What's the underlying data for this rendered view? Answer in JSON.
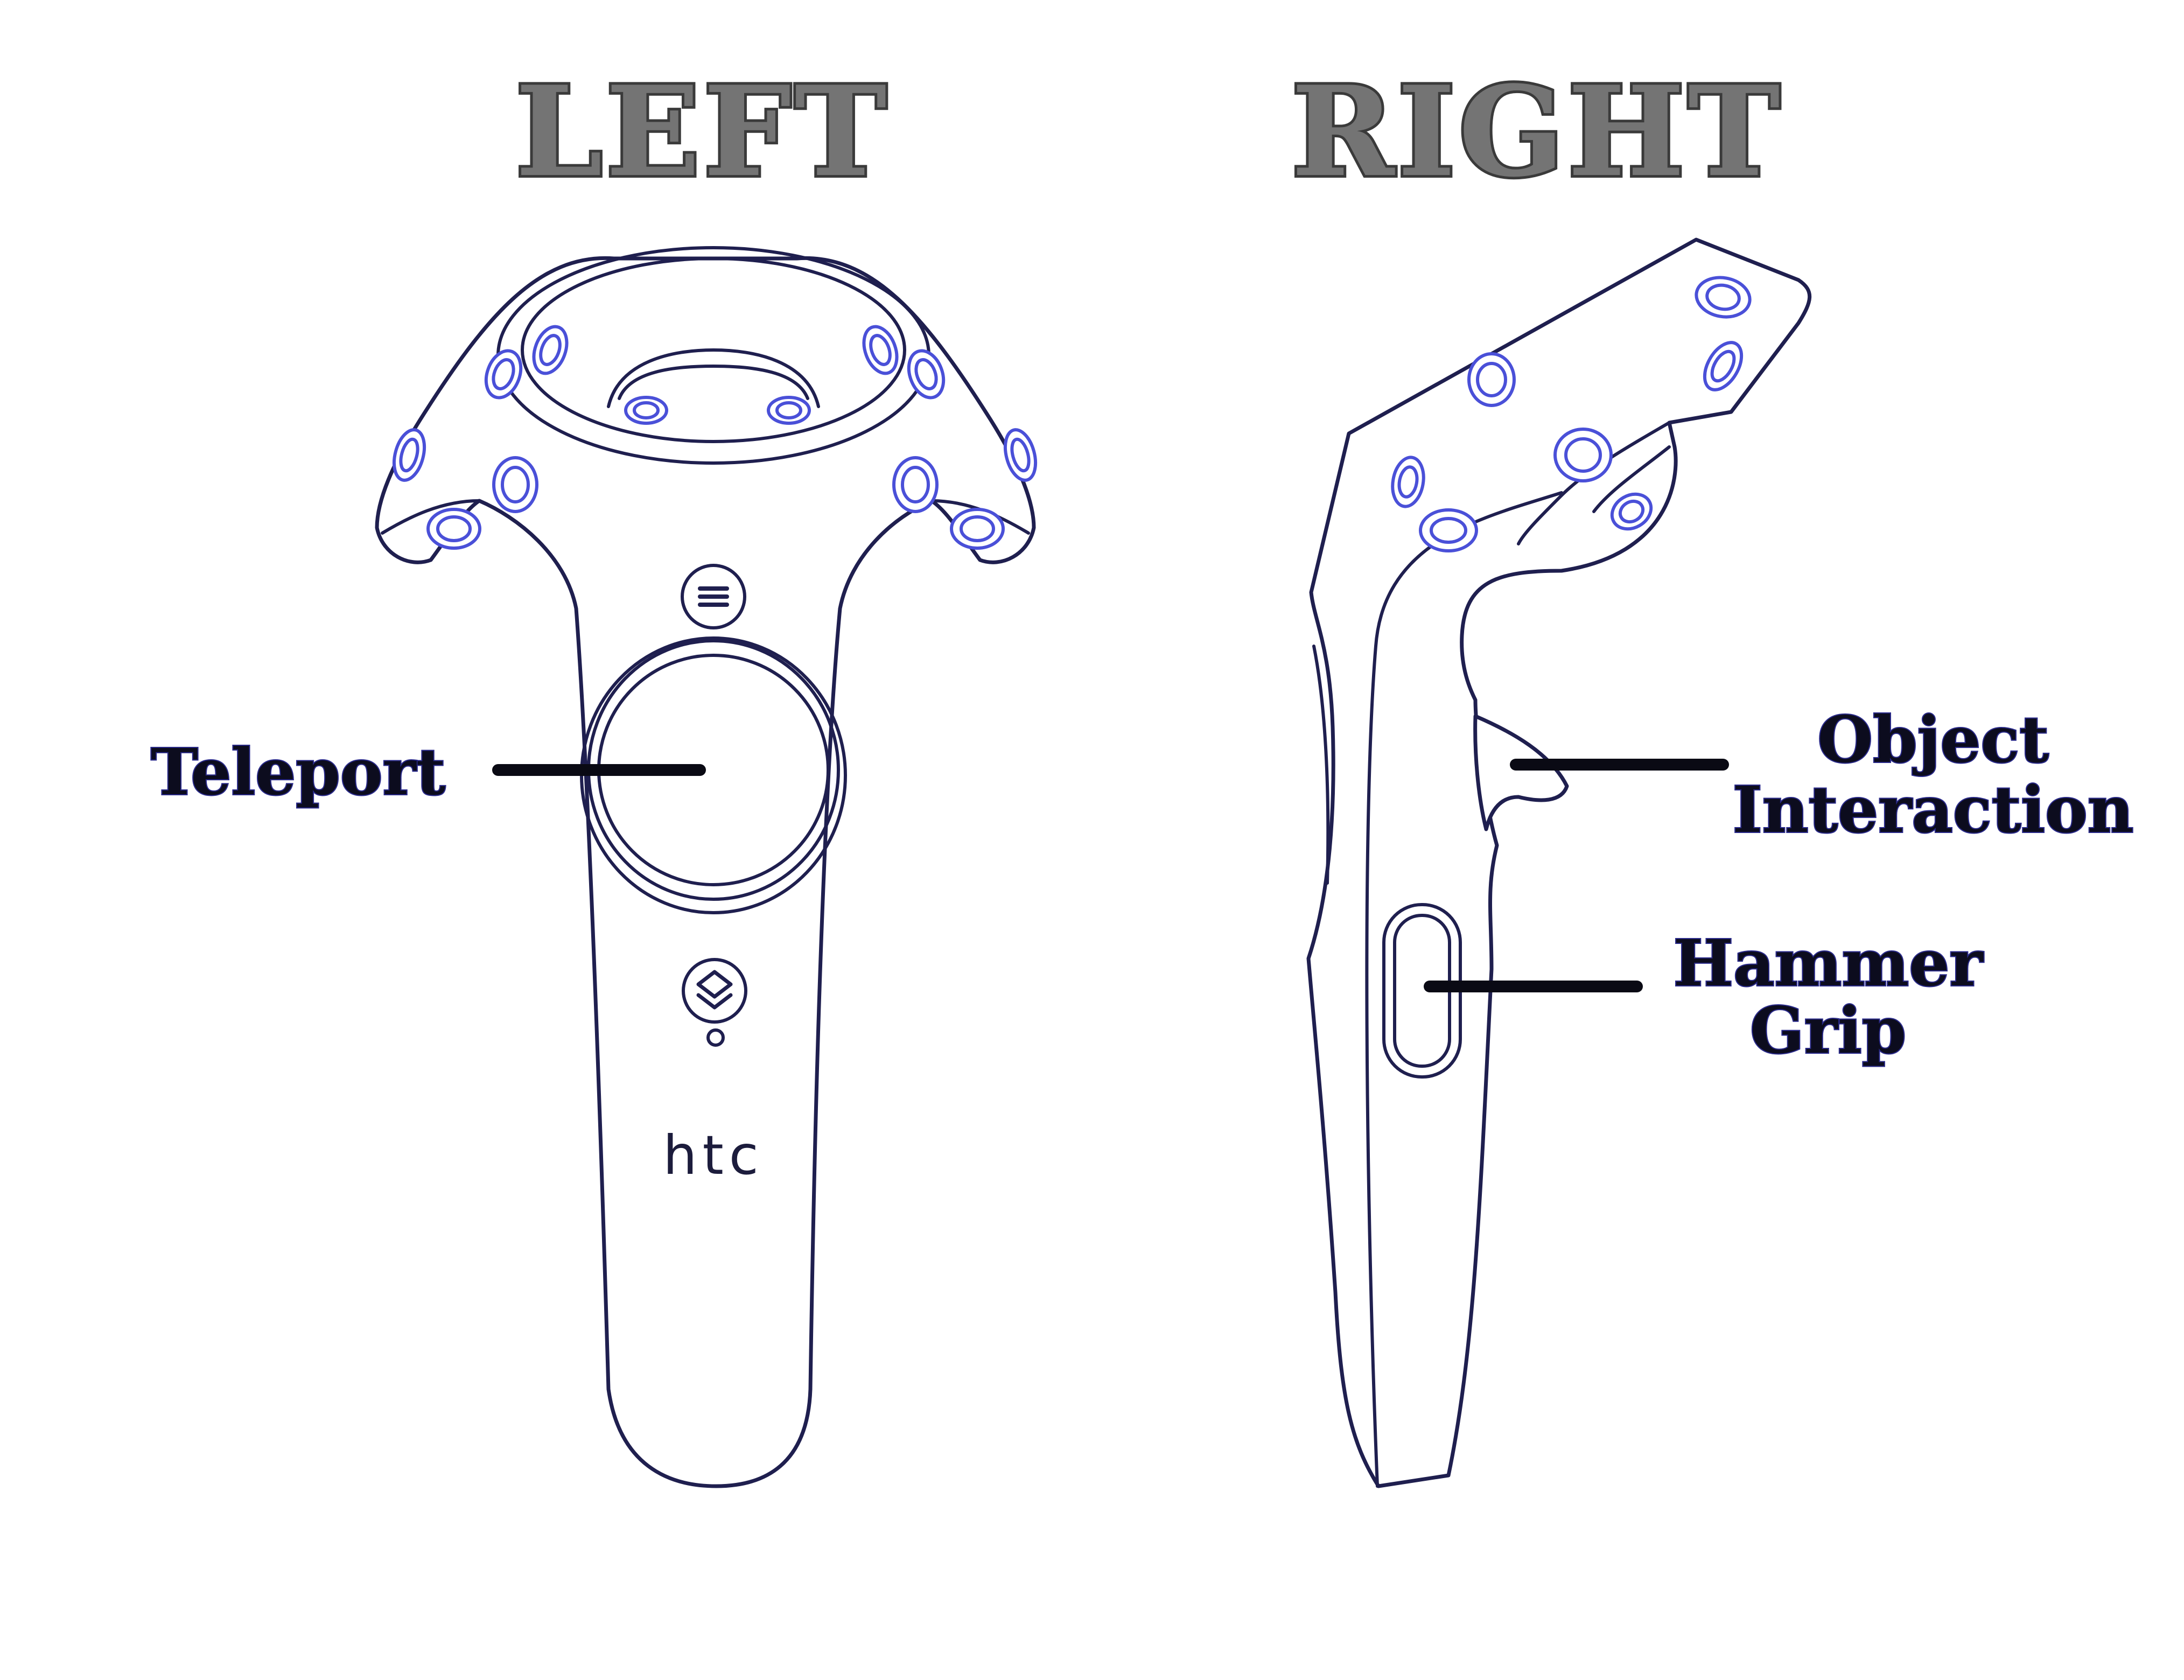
{
  "headings": {
    "left": "LEFT",
    "right": "RIGHT"
  },
  "callouts": {
    "teleport": "Teleport",
    "object_line1": "Object",
    "object_line2": "Interaction",
    "hammer_line1": "Hammer",
    "hammer_line2": "Grip"
  },
  "brand": "htc",
  "colors": {
    "heading": "#747474",
    "outline": "#1f1f4f",
    "sensor": "#4a50d8",
    "leader": "#0a0a14"
  }
}
